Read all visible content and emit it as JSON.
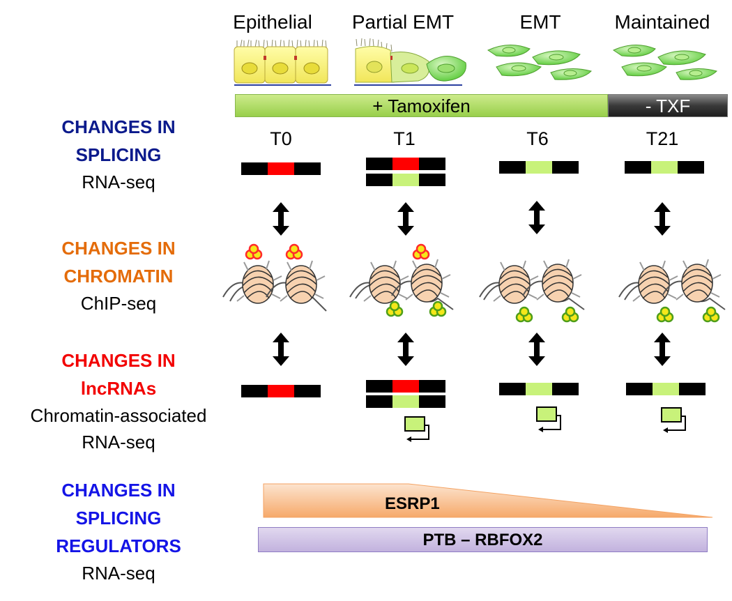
{
  "stages": [
    "Epithelial",
    "Partial EMT",
    "EMT",
    "Maintained"
  ],
  "treatment": {
    "tamoxifen": "+ Tamoxifen",
    "withdrawal": "- TXF"
  },
  "timepoints": [
    "T0",
    "T1",
    "T6",
    "T21"
  ],
  "rows": [
    {
      "heading": "CHANGES IN SPLICING",
      "heading_lines": [
        "CHANGES IN",
        "SPLICING"
      ],
      "method": [
        "RNA-seq"
      ]
    },
    {
      "heading": "CHANGES IN CHROMATIN",
      "heading_lines": [
        "CHANGES IN",
        "CHROMATIN"
      ],
      "method": [
        "ChIP-seq"
      ]
    },
    {
      "heading": "CHANGES IN lncRNAs",
      "heading_lines": [
        "CHANGES IN",
        "lncRNAs"
      ],
      "method": [
        "Chromatin-associated",
        "RNA-seq"
      ]
    },
    {
      "heading": "CHANGES IN SPLICING REGULATORS",
      "heading_lines": [
        "CHANGES IN",
        "SPLICING",
        "REGULATORS"
      ],
      "method": [
        "RNA-seq"
      ]
    }
  ],
  "regulators": {
    "decreasing": "ESRP1",
    "constant": "PTB – RBFOX2"
  },
  "colors": {
    "splicing": "#0B1A8C",
    "chromatin": "#E46C0A",
    "lncrna": "#F20000",
    "regulators": "#1414E6",
    "exon_epithelial": "#FF0000",
    "exon_mesenchymal": "#C8F27A",
    "mark_red": "#FF2A2A",
    "mark_yellow": "#F5E71A",
    "mark_green": "#9CD31C"
  }
}
